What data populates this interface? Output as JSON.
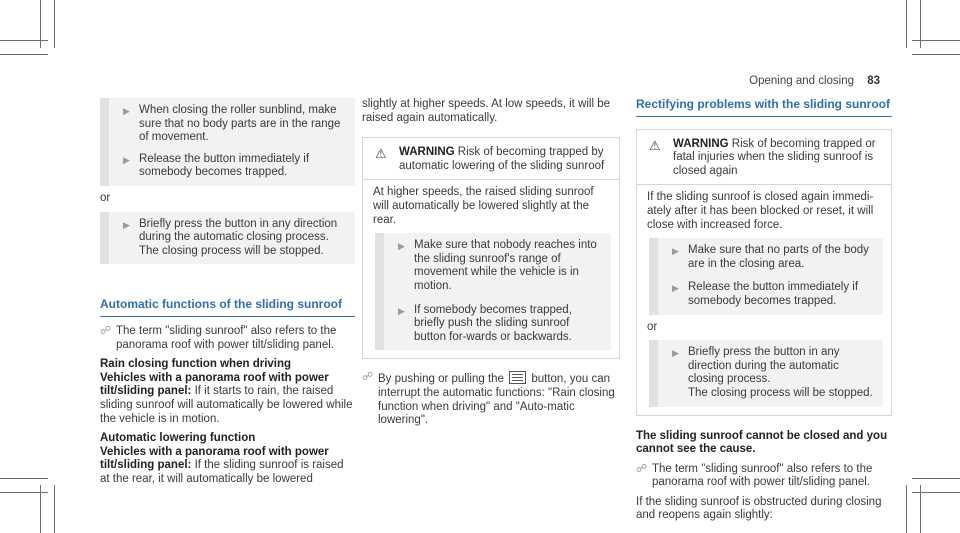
{
  "header": {
    "title": "Opening and closing",
    "page_number": "83"
  },
  "col1": {
    "box": {
      "steps_top": [
        "When closing the roller sunblind, make sure that no body parts are in the range of movement.",
        "Release the button immediately if somebody becomes trapped."
      ],
      "or_label": "or",
      "step_bottom_1": "Briefly press the button in any direction during the automatic closing process.",
      "step_bottom_2": "The closing process will be stopped."
    },
    "section_title": "Automatic functions of the sliding sunroof",
    "note": "The term \"sliding sunroof\" also refers to the panorama roof with power tilt/sliding panel.",
    "rain_heading": "Rain closing function when driving",
    "rain_vehicle_label": "Vehicles with a panorama roof with power tilt/sliding panel:",
    "rain_text": "If it starts to rain, the raised sliding sunroof will automatically be lowered while the vehicle is in motion.",
    "auto_heading": "Automatic lowering function",
    "auto_vehicle_label": "Vehicles with a panorama roof with power tilt/sliding panel:",
    "auto_text": "If the sliding sunroof is raised at the rear, it will automatically be lowered"
  },
  "col2": {
    "intro": "slightly at higher speeds. At low speeds, it will be raised again automatically.",
    "warning": {
      "label": "WARNING",
      "title": "Risk of becoming trapped by automatic lowering of the sliding sunroof",
      "body": "At higher speeds, the raised sliding sunroof will automatically be lowered slightly at the rear.",
      "steps": [
        "Make sure that nobody reaches into the sliding sunroof's range of movement while the vehicle is in motion.",
        "If somebody becomes trapped, briefly push the sliding sunroof button for-wards or backwards."
      ]
    },
    "note_before": "By pushing or pulling the",
    "note_after": "button, you can interrupt the automatic functions: \"Rain closing function when driving\" and \"Auto-matic lowering\"."
  },
  "col3": {
    "section_title": "Rectifying problems with the sliding sunroof",
    "warning": {
      "label": "WARNING",
      "title": "Risk of becoming trapped or fatal injuries when the sliding sunroof is closed again",
      "body": "If the sliding sunroof is closed again immedi-ately after it has been blocked or reset, it will close with increased force.",
      "steps_top": [
        "Make sure that no parts of the body are in the closing area.",
        "Release the button immediately if somebody becomes trapped."
      ],
      "or_label": "or",
      "step_bottom_1": "Briefly press the button in any direction during the automatic closing process.",
      "step_bottom_2": "The closing process will be stopped."
    },
    "bold_heading": "The sliding sunroof cannot be closed and you cannot see the cause.",
    "note": "The term \"sliding sunroof\" also refers to the panorama roof with power tilt/sliding panel.",
    "final_text": "If the sliding sunroof is obstructed during closing and reopens again slightly:"
  },
  "icons": {
    "step_arrow": "play-arrow-icon",
    "note": "info-note-icon",
    "warning": "warning-triangle-icon",
    "button": "sunroof-button-icon"
  }
}
